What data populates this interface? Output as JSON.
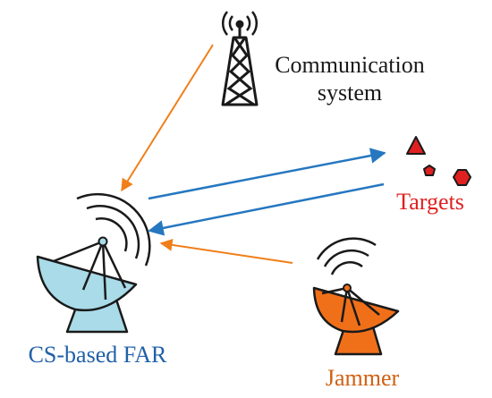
{
  "labels": {
    "communication_line1": "Communication",
    "communication_line2": "system",
    "targets": "Targets",
    "radar": "CS-based FAR",
    "jammer": "Jammer"
  },
  "colors": {
    "orange_arrow": "#f07f1a",
    "blue_arrow": "#2577c0",
    "radar_fill": "#a9dbe8",
    "jammer_fill": "#f0701a",
    "target_fill": "#e02020",
    "targets_text": "#e02020",
    "radar_text": "#2060a8",
    "jammer_text": "#d06010",
    "ink": "#1a1a1a"
  },
  "icons": {
    "tower": "communication-tower-icon",
    "radar": "radar-dish-icon",
    "jammer": "jammer-dish-icon",
    "targets": "target-shapes-icon"
  }
}
